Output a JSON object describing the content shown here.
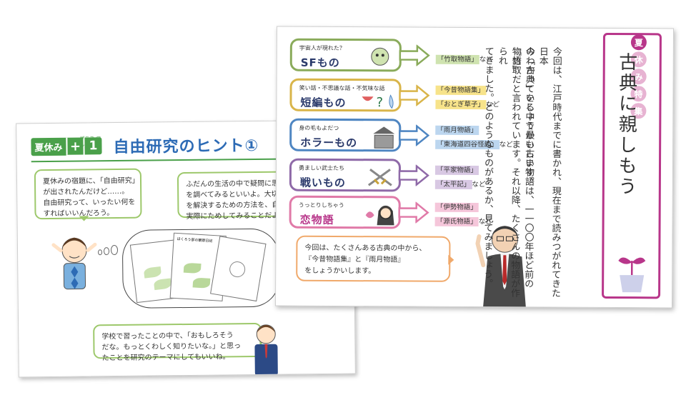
{
  "back_page": {
    "badge": {
      "kanji": "夏休み",
      "plus": "+",
      "one": "1",
      "ruby": "プラス ワン"
    },
    "title": "自由研究のヒント①",
    "bubble1": [
      "夏休みの宿題に、「自由研究」",
      "が出されたんだけど……。",
      "自由研究って、いったい何を",
      "すればいいんだろう。"
    ],
    "bubble2": [
      "ふだんの生活の中で疑問に思っ",
      "を調べてみるといいよ。大切な",
      "を解決するための方法を、自分",
      "実際にためしてみることだよ。"
    ],
    "bubble3": [
      "学校で習ったことの中で、「おもしろそう",
      "だな。もっとくわしく知りたいな。」と思っ",
      "たことを研究のテーマにしてもいいね。"
    ],
    "think_paper": "ほくろう部の観察日記"
  },
  "front_page": {
    "genres": [
      {
        "sub": "宇宙人が現れた？",
        "main": "SFもの",
        "color": "#8aab5b",
        "tags": [
          {
            "text": "「竹取物語」",
            "bg": "#cfe3b0"
          }
        ],
        "suffix": "など"
      },
      {
        "sub": "笑い話・不思議な話・不気味な話",
        "main": "短編もの",
        "color": "#d9b54a",
        "tags": [
          {
            "text": "「今昔物語集」",
            "bg": "#f7e38a"
          },
          {
            "text": "「おとぎ草子」",
            "bg": "#f7e38a"
          }
        ],
        "suffix": "など"
      },
      {
        "sub": "身の毛もよだつ",
        "main": "ホラーもの",
        "color": "#4f86c2",
        "tags": [
          {
            "text": "「雨月物語」",
            "bg": "#bcd6ef"
          },
          {
            "text": "「東海道四谷怪談」",
            "bg": "#bcd6ef"
          }
        ],
        "suffix": "など"
      },
      {
        "sub": "勇ましい武士たち",
        "main": "戦いもの",
        "color": "#8f6aa8",
        "tags": [
          {
            "text": "「平家物語」",
            "bg": "#d8c8e3"
          },
          {
            "text": "「太平記」",
            "bg": "#d8c8e3"
          }
        ],
        "suffix": "など"
      },
      {
        "sub": "うっとりしちゃう",
        "main": "恋物語",
        "color": "#e07aa8",
        "tags": [
          {
            "text": "「伊勢物語」",
            "bg": "#f5c6da"
          },
          {
            "text": "「源氏物語」",
            "bg": "#f5c6da"
          }
        ],
        "suffix": "など"
      }
    ],
    "speech": [
      "今回は、たくさんある古典の中から、",
      "『今昔物語集』と『雨月物語』",
      "をしょうかいします。"
    ],
    "vertical_text": [
      "今回は、江戸時代までに書かれ、現在まで読みつがれてきた日本",
      "の「古典」をしょうかいします。",
      "今わかっている中で最も古い物語は、一一〇〇年ほど前の『竹取",
      "物語』だと言われています。それ以降、たくさんの物語が作られ",
      "てきました。どのようなものがあるか、見てみましょう。"
    ],
    "sidebar": {
      "head": [
        "夏",
        "休",
        "み",
        "特",
        "集"
      ],
      "title": "古典に親しもう"
    }
  }
}
